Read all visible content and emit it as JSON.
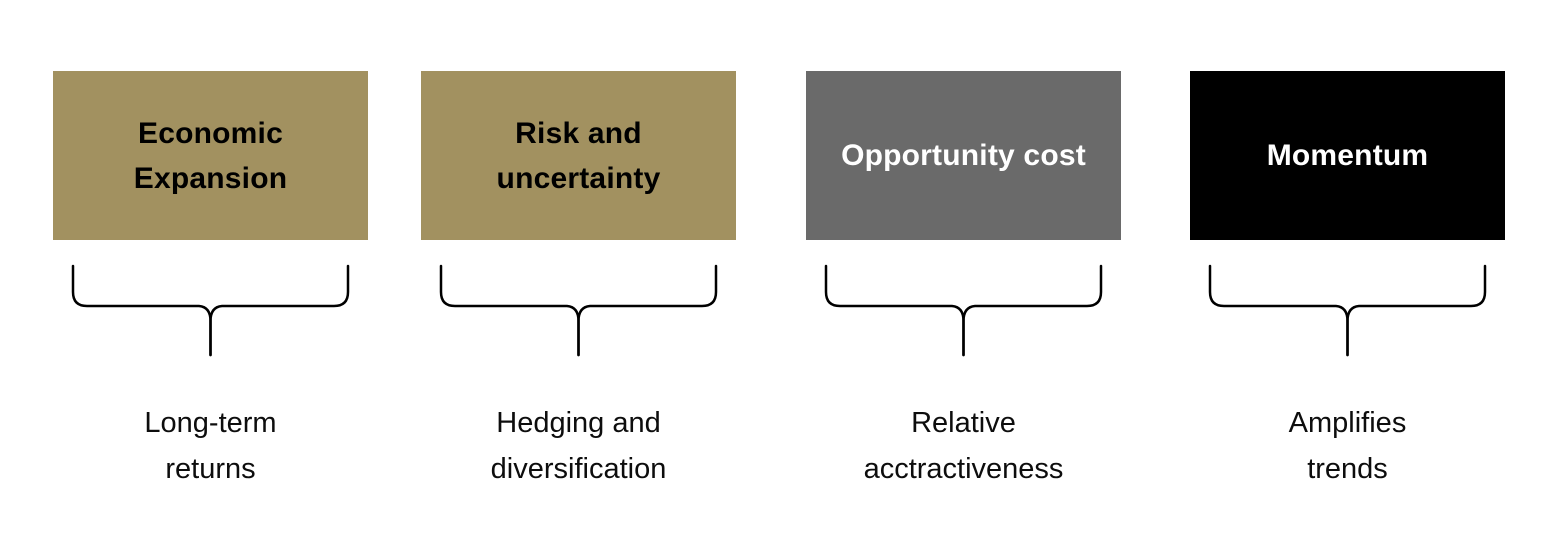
{
  "page": {
    "background_color": "#FFFFFF",
    "brace_color": "#000000"
  },
  "columns": [
    {
      "title": "Economic Expansion",
      "title_lines": [
        "Economic",
        "Expansion"
      ],
      "caption": "Long-term returns",
      "caption_lines": [
        "Long-term",
        "returns"
      ],
      "box_color": "#A29160",
      "title_color": "#000000"
    },
    {
      "title": "Risk and uncertainty",
      "title_lines": [
        "Risk and",
        "uncertainty"
      ],
      "caption": "Hedging and diversification",
      "caption_lines": [
        "Hedging and",
        "diversification"
      ],
      "box_color": "#A29160",
      "title_color": "#000000"
    },
    {
      "title": "Opportunity cost",
      "title_lines": [
        "Opportunity cost"
      ],
      "caption": "Relative acctractiveness",
      "caption_lines": [
        "Relative",
        "acctractiveness"
      ],
      "box_color": "#6A6A6A",
      "title_color": "#FFFFFF"
    },
    {
      "title": "Momentum",
      "title_lines": [
        "Momentum"
      ],
      "caption": "Amplifies trends",
      "caption_lines": [
        "Amplifies",
        "trends"
      ],
      "box_color": "#000000",
      "title_color": "#FFFFFF"
    }
  ]
}
